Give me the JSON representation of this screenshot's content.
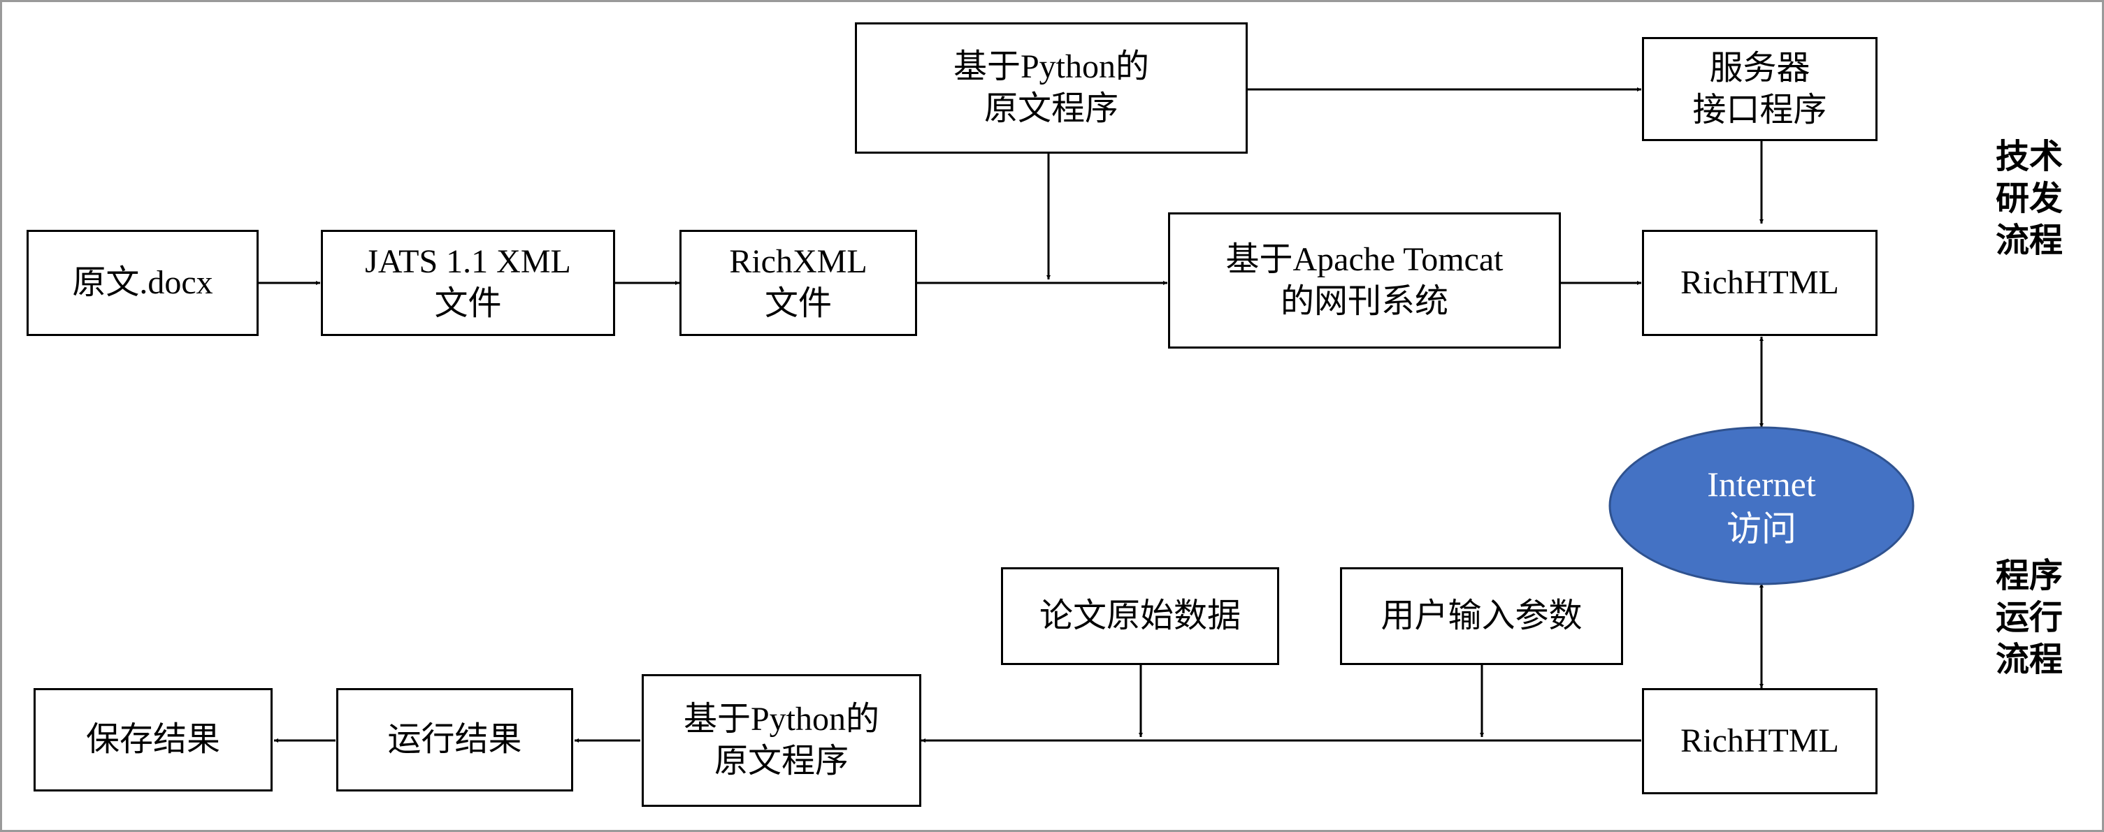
{
  "nodes": {
    "source_docx": "原文.docx",
    "jats_xml": "JATS 1.1 XML\n文件",
    "richxml": "RichXML\n文件",
    "python_program_top": "基于Python的\n原文程序",
    "server_interface": "服务器\n接口程序",
    "tomcat_system": "基于Apache Tomcat\n的网刊系统",
    "richhtml_top": "RichHTML",
    "internet_access": "Internet\n访问",
    "paper_raw_data": "论文原始数据",
    "user_input": "用户输入参数",
    "richhtml_bottom": "RichHTML",
    "python_program_bottom": "基于Python的\n原文程序",
    "run_result": "运行结果",
    "save_result": "保存结果"
  },
  "side_labels": {
    "research_flow": "技术\n研发\n流程",
    "runtime_flow": "程序\n运行\n流程"
  },
  "colors": {
    "ellipse_fill": "#4472c4",
    "ellipse_stroke": "#2f528f",
    "line": "#000000"
  }
}
